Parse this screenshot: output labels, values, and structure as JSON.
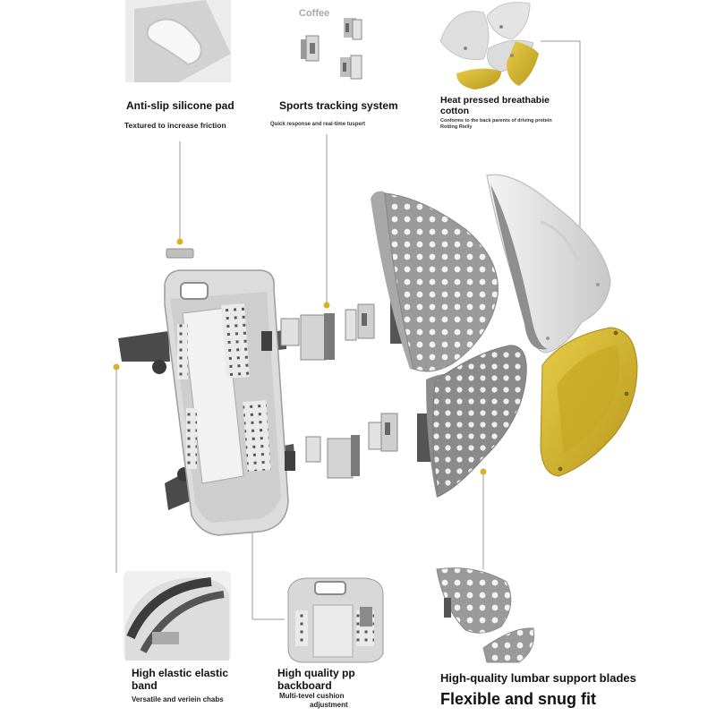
{
  "callouts": {
    "silicone_pad": {
      "title": "Anti-slip silicone pad",
      "desc": "Textured to increase friction"
    },
    "tracking": {
      "title": "Sports tracking system",
      "desc": "Quick response and real-time tuspert",
      "color_label": "Coffee"
    },
    "cotton": {
      "title_line1": "Heat pressed breathabie",
      "title_line2": "cotton",
      "desc_line1": "Conforms to the back parents of driving protein",
      "desc_line2": "Rotting Rielly"
    },
    "band": {
      "title_line1": "High elastic elastic",
      "title_line2": "band",
      "desc": "Versatile and veriein chabs"
    },
    "backboard": {
      "title_line1": "High quality pp",
      "title_line2": "backboard",
      "desc_line1": "Multi-tevel cushion",
      "desc_line2": "adjustment"
    },
    "blades": {
      "title": "High-quality lumbar support blades",
      "tagline": "Flexible and snug fit"
    }
  },
  "colors": {
    "accent": "#d4b22a",
    "yellow_part": "#d6b92e",
    "grey_dark": "#8a8a8a",
    "grey_mid": "#b9b9b9",
    "grey_light": "#e4e4e4",
    "line": "#9a9a9a"
  }
}
